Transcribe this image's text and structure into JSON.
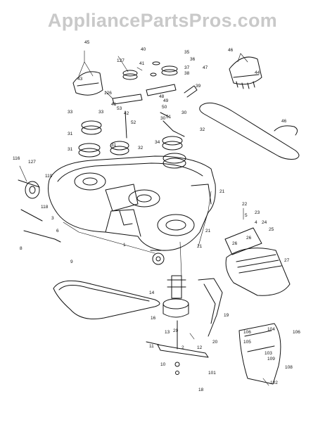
{
  "watermark": "AppliancePartsPros.com",
  "callouts": [
    "1",
    "2",
    "3",
    "4",
    "5",
    "6",
    "8",
    "9",
    "10",
    "11",
    "12",
    "13",
    "14",
    "16",
    "18",
    "19",
    "20",
    "21",
    "21",
    "21",
    "22",
    "23",
    "24",
    "25",
    "26",
    "26",
    "27",
    "29",
    "30",
    "30",
    "31",
    "31",
    "31",
    "32",
    "32",
    "33",
    "33",
    "34",
    "35",
    "36",
    "37",
    "38",
    "39",
    "40",
    "41",
    "41",
    "42",
    "43",
    "44",
    "45",
    "46",
    "46",
    "47",
    "48",
    "49",
    "50",
    "51",
    "52",
    "53",
    "101",
    "102",
    "103",
    "104",
    "105",
    "106",
    "106",
    "108",
    "109",
    "116",
    "118",
    "119",
    "126",
    "127",
    "127"
  ]
}
